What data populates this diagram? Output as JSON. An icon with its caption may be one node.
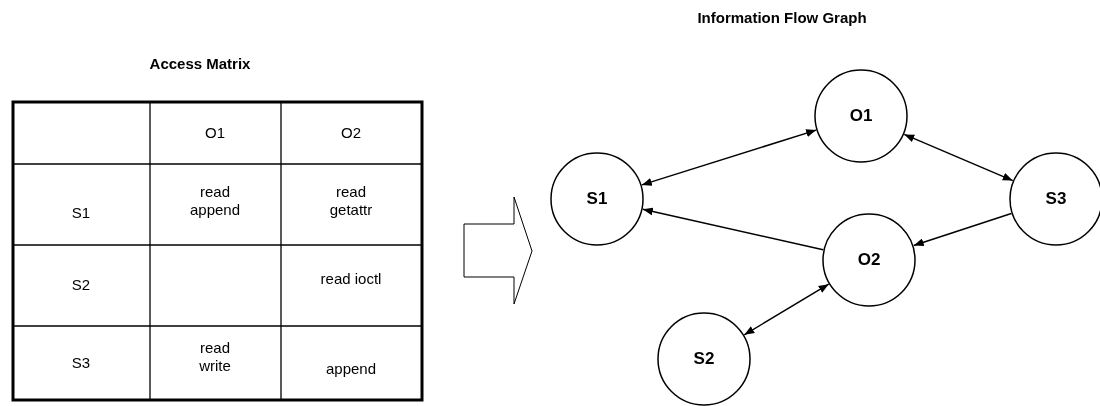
{
  "diagram": {
    "nodes": [
      {
        "text": [
          "O1"
        ]
      },
      {
        "text": [
          "S1"
        ]
      },
      {
        "text": [
          "S3"
        ]
      },
      {
        "text": [
          "O2"
        ]
      },
      {
        "text": [
          "S2"
        ]
      }
    ],
    "edges": [
      {
        "from": 1,
        "to": 0,
        "arrow": "both"
      },
      {
        "from": 0,
        "to": 2,
        "arrow": "both"
      },
      {
        "from": 2,
        "to": 3,
        "arrow": "to"
      },
      {
        "from": 3,
        "to": 1,
        "arrow": "to"
      },
      {
        "from": 4,
        "to": 3,
        "arrow": "both"
      }
    ],
    "labels": [
      "Information Flow Graph",
      "Access Matrix",
      "O1",
      "O2",
      "S1",
      "read append",
      "read getattr",
      "S2",
      "read ioctl",
      "S3",
      "read write",
      "append"
    ]
  }
}
